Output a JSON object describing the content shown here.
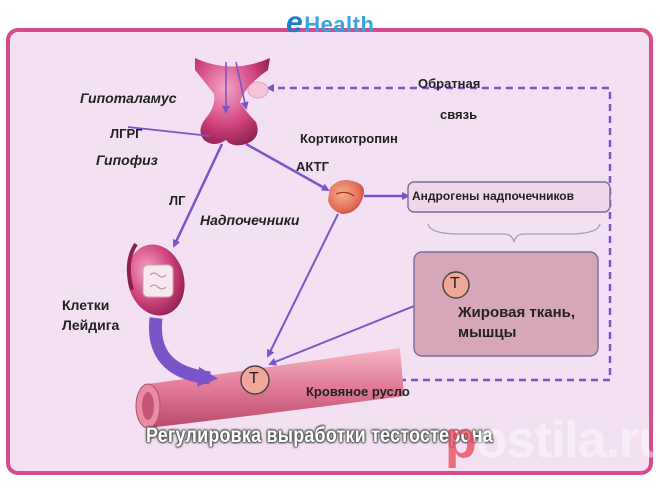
{
  "logo": {
    "e": "e",
    "rest": "Health"
  },
  "labels": {
    "hypothalamus": "Гипоталамус",
    "lgrg": "ЛГРГ",
    "pituitary": "Гипофиз",
    "lg": "ЛГ",
    "corticotropin": "Кортикотропин",
    "actg": "АКТГ",
    "adrenals": "Надпочечники",
    "feedback_line1": "Обратная",
    "feedback_line2": "связь",
    "adrenal_androgens": "Андрогены надпочечников",
    "leydig_line1": "Клетки",
    "leydig_line2": "Лейдига",
    "fat_line1": "Жировая ткань,",
    "fat_line2": "мышцы",
    "bloodstream": "Кровяное русло",
    "t_fat": "T",
    "t_blood": "T"
  },
  "caption": "Регулировка выработки тестостерона",
  "watermark": {
    "first": "p",
    "rest": "ostila.ru"
  },
  "colors": {
    "frame": "#d84a8a",
    "bg": "#f3e1f3",
    "arrow": "#7a55c8",
    "vessel": "#e07a96",
    "box": "#d6a7b8",
    "t_circle": "#f0a79a"
  }
}
